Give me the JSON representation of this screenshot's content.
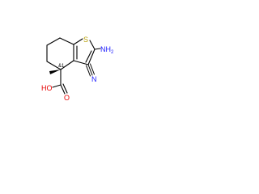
{
  "molecule": {
    "atoms": {
      "sulfur": {
        "symbol": "S",
        "color": "#b8a10a"
      },
      "amino": {
        "symbol": "NH",
        "subscript": "2",
        "color": "#1a1aff"
      },
      "nitrile_n": {
        "symbol": "N",
        "color": "#1a1aff"
      },
      "hydroxyl": {
        "symbol": "HO",
        "color": "#e60000"
      },
      "carbonyl_o": {
        "symbol": "O",
        "color": "#e60000"
      }
    },
    "stereo_flag": "&1",
    "colors": {
      "bond": "#000000",
      "stereo": "#000000"
    }
  }
}
